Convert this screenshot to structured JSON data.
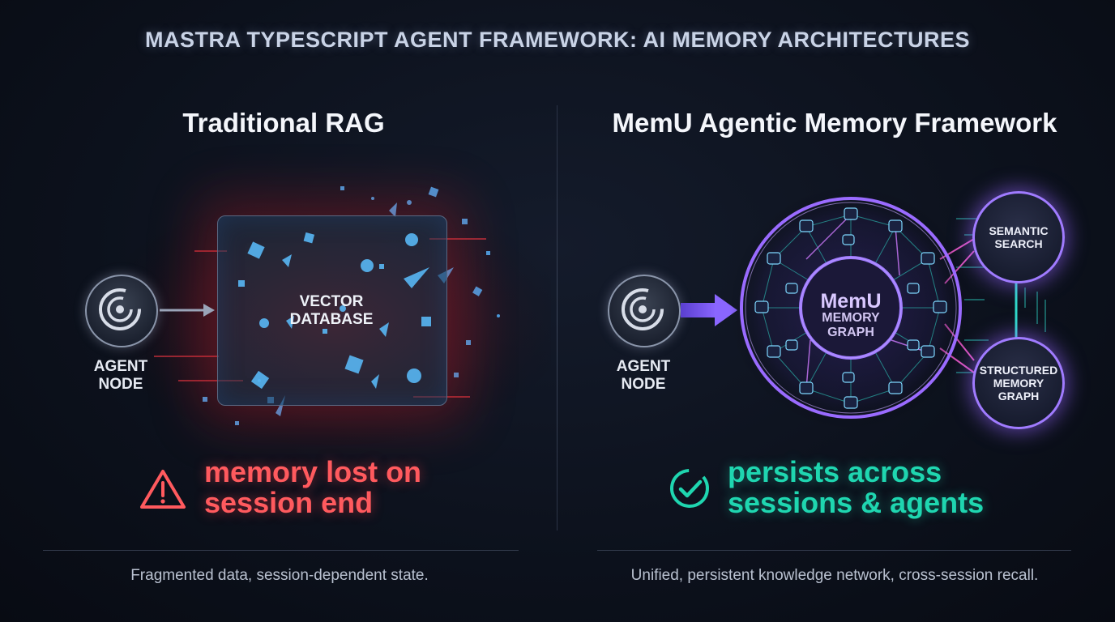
{
  "title": "MASTRA TYPESCRIPT AGENT FRAMEWORK: AI MEMORY ARCHITECTURES",
  "left": {
    "heading": "Traditional RAG",
    "agent_label_line1": "AGENT",
    "agent_label_line2": "NODE",
    "store_label_line1": "VECTOR",
    "store_label_line2": "DATABASE",
    "status_line1": "memory lost on",
    "status_line2": "session end",
    "status_icon": "warning-triangle-icon",
    "status_color": "#ff5a5e",
    "caption": "Fragmented data, session-dependent state."
  },
  "right": {
    "heading": "MemU Agentic Memory Framework",
    "agent_label_line1": "AGENT",
    "agent_label_line2": "NODE",
    "center_line1": "MemU",
    "center_line2": "MEMORY",
    "center_line3": "GRAPH",
    "semantic_line1": "SEMANTIC",
    "semantic_line2": "SEARCH",
    "structured_line1": "STRUCTURED",
    "structured_line2": "MEMORY",
    "structured_line3": "GRAPH",
    "status_line1": "persists across",
    "status_line2": "sessions & agents",
    "status_icon": "check-circle-icon",
    "status_color": "#1fd6b0",
    "caption": "Unified, persistent knowledge network, cross-session recall."
  },
  "colors": {
    "accent_purple": "#a07bff",
    "accent_red": "#ff3b46",
    "accent_teal": "#1fd6b0",
    "accent_blue": "#4fb4ff"
  }
}
